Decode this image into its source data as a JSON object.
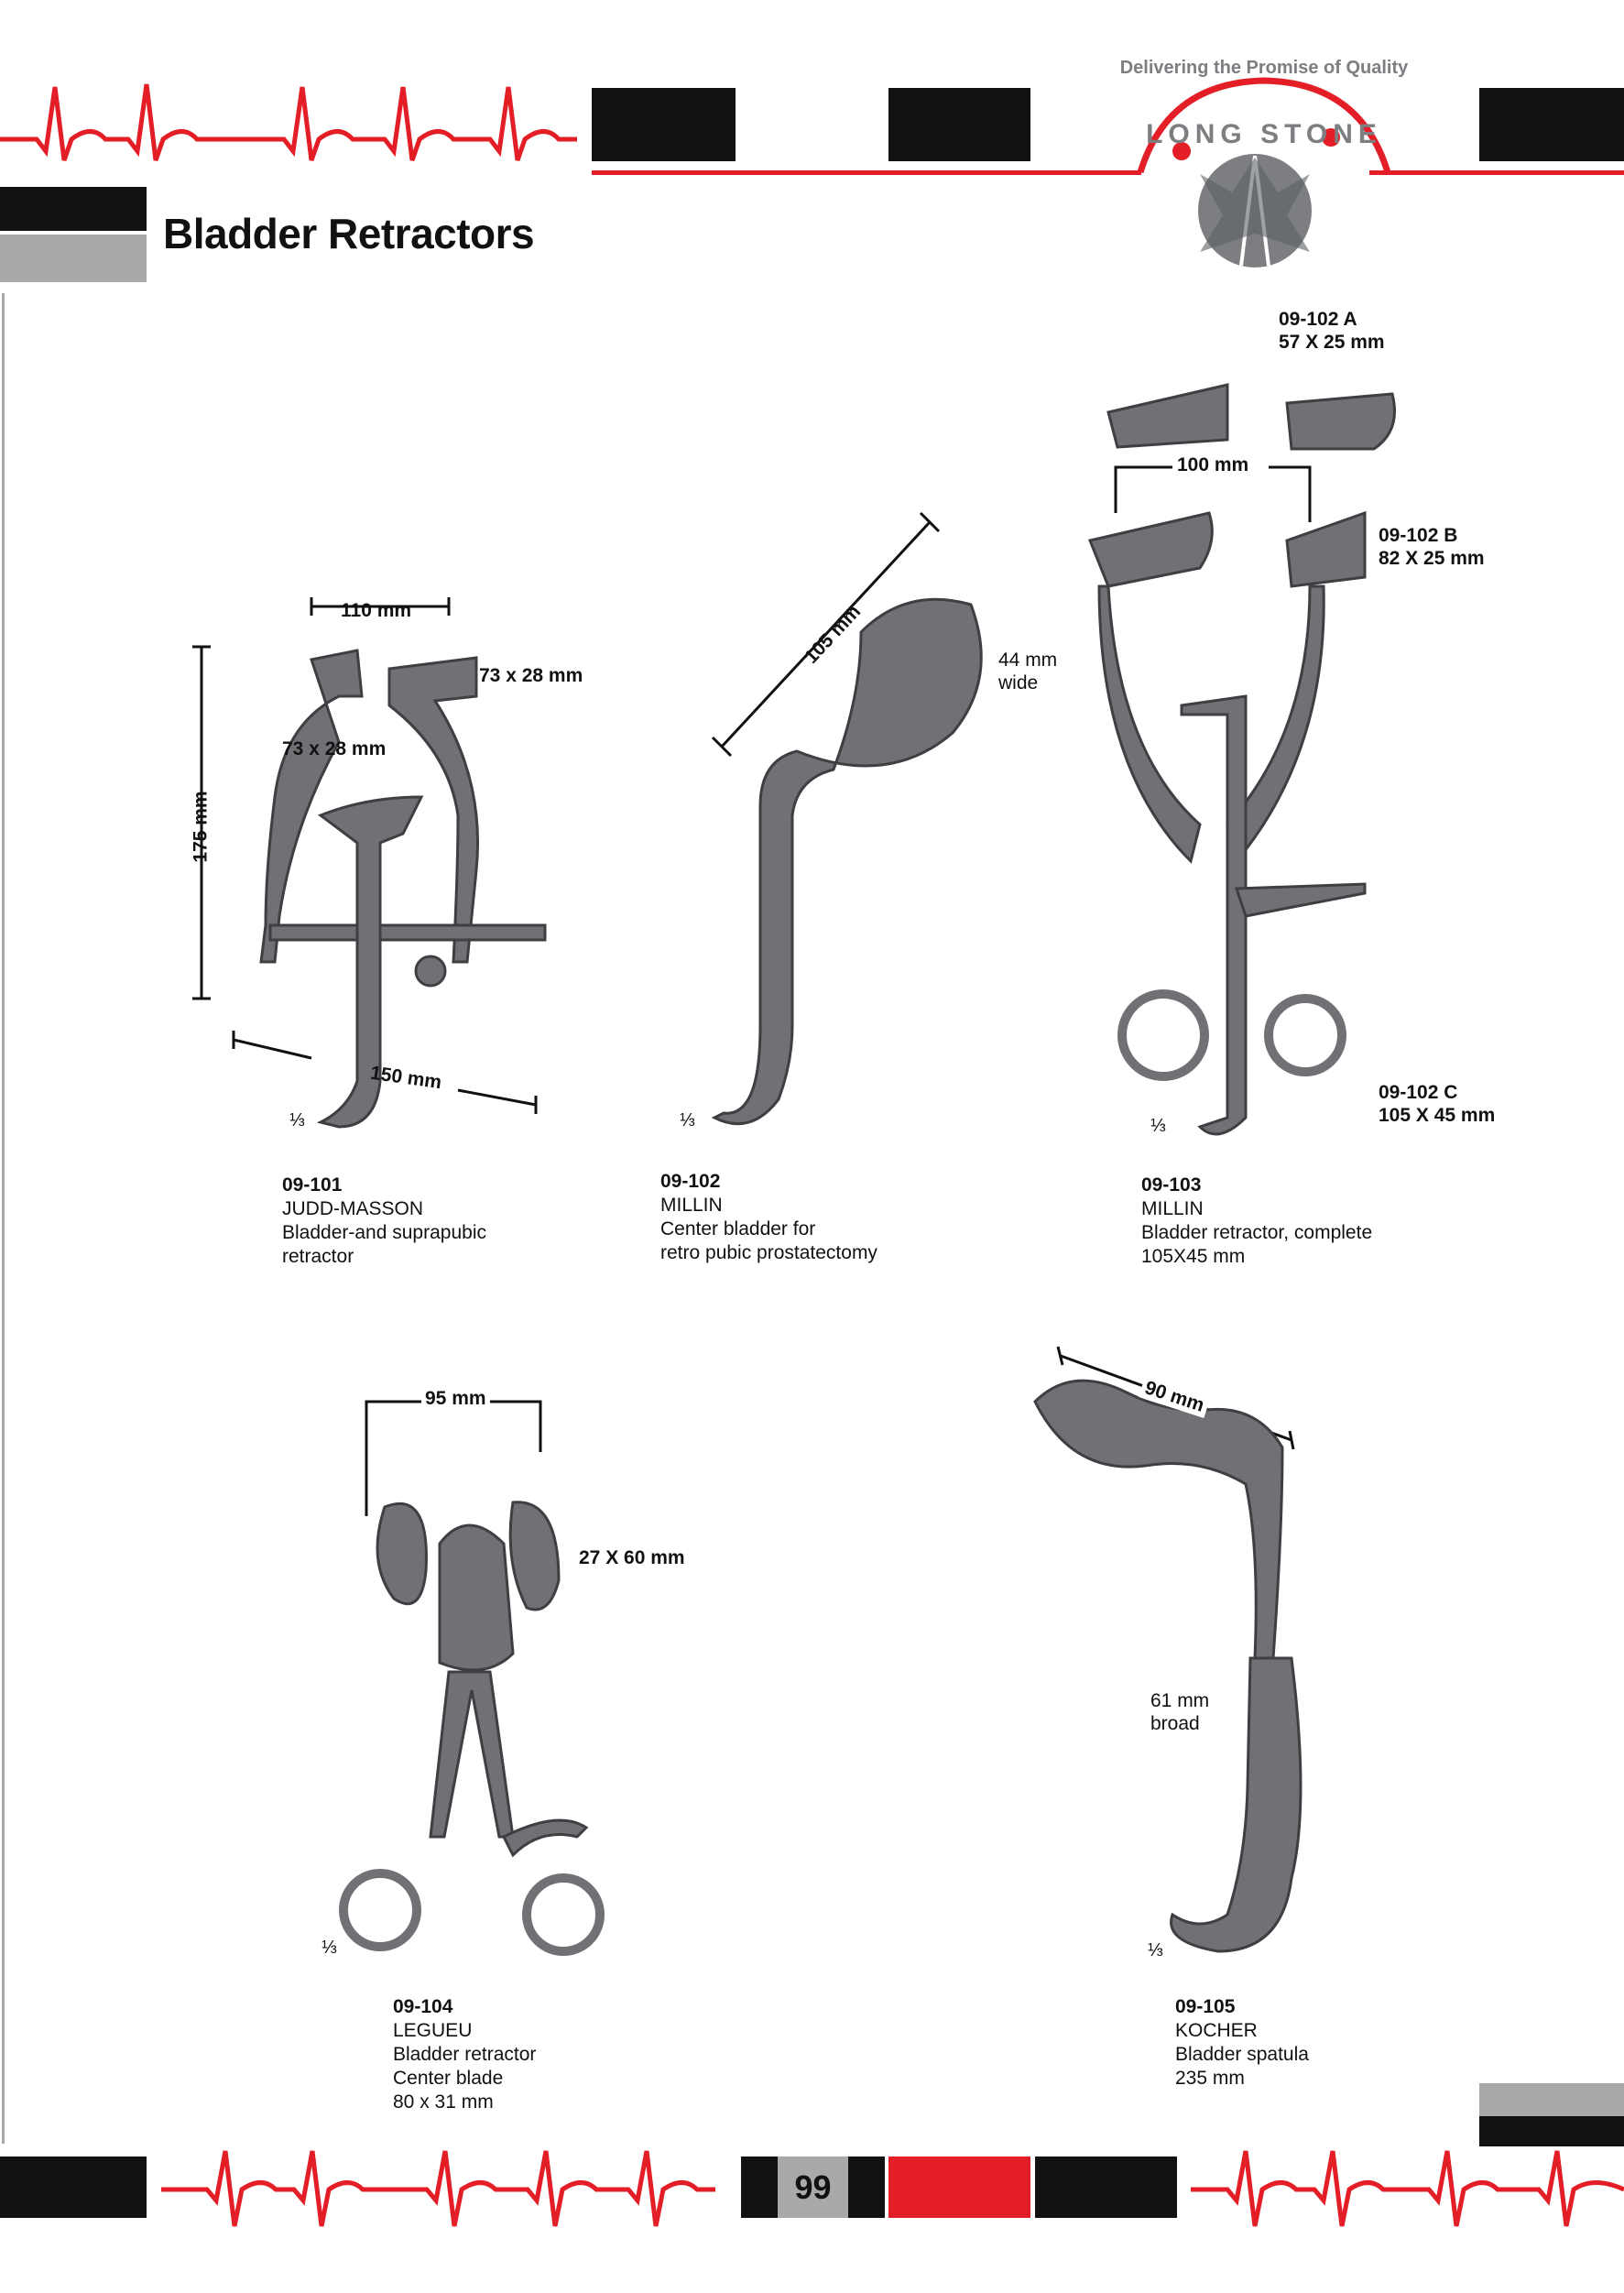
{
  "header": {
    "title": "Bladder Retractors",
    "logo": {
      "brand": "LONG STONE",
      "tagline": "Delivering the Promise of Quality"
    }
  },
  "colors": {
    "accent": "#e41e26",
    "dark": "#111111",
    "gray": "#a8a9ab"
  },
  "products": [
    {
      "code": "09-101",
      "name": "JUDD-MASSON",
      "desc": [
        "Bladder-and suprapubic",
        "retractor"
      ],
      "scale": "⅓",
      "dims": {
        "width_top": "110 mm",
        "blade_right": "73 x 28 mm",
        "blade_left": "73 x 28 mm",
        "height": "175 mm",
        "bar": "150 mm"
      }
    },
    {
      "code": "09-102",
      "name": "MILLIN",
      "desc": [
        "Center bladder for",
        "retro pubic prostatectomy"
      ],
      "scale": "⅓",
      "dims": {
        "length": "105 mm",
        "width": [
          "44 mm",
          "wide"
        ]
      }
    },
    {
      "code": "09-103",
      "name": "MILLIN",
      "desc": [
        "Bladder retractor, complete",
        "105X45 mm"
      ],
      "scale": "⅓",
      "dims": {
        "spread": "100 mm",
        "blades": [
          {
            "code": "09-102 A",
            "size": "57 X 25 mm"
          },
          {
            "code": "09-102 B",
            "size": "82 X 25 mm"
          },
          {
            "code": "09-102 C",
            "size": "105 X 45 mm"
          }
        ]
      }
    },
    {
      "code": "09-104",
      "name": "LEGUEU",
      "desc": [
        "Bladder retractor",
        "Center blade",
        "80 x 31 mm"
      ],
      "scale": "⅓",
      "dims": {
        "spread": "95 mm",
        "blade": "27 X 60 mm"
      }
    },
    {
      "code": "09-105",
      "name": "KOCHER",
      "desc": [
        "Bladder spatula",
        "235 mm"
      ],
      "scale": "⅓",
      "dims": {
        "tip": "90 mm",
        "broad": [
          "61 mm",
          "broad"
        ]
      }
    }
  ],
  "footer": {
    "page_number": "99"
  }
}
